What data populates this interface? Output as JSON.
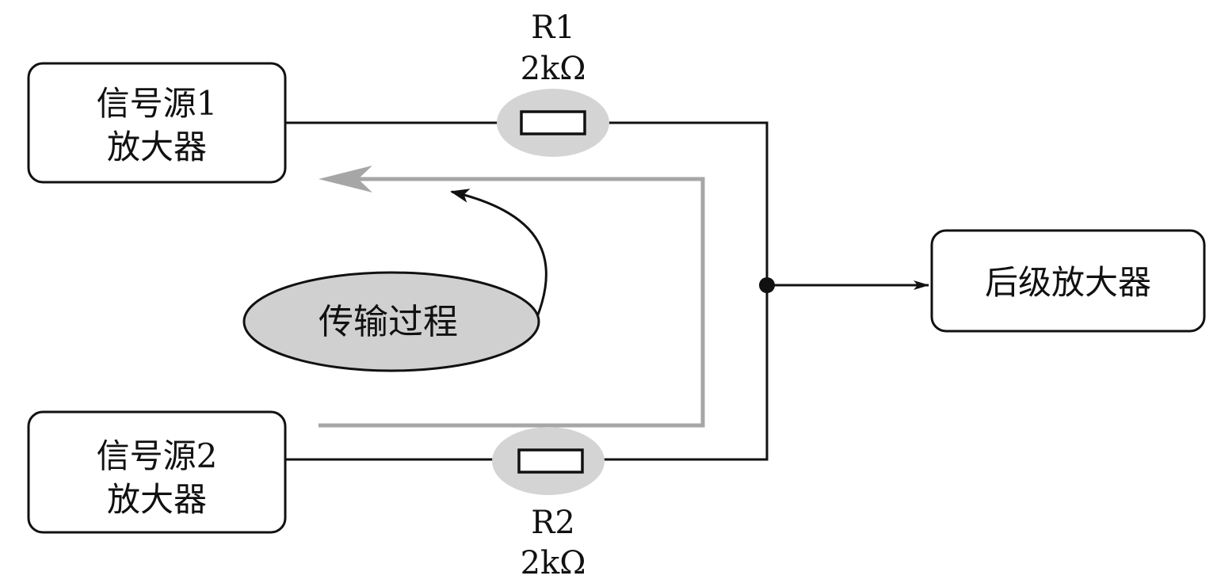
{
  "blocks": {
    "source1": {
      "line1": "信号源1",
      "line2": "放大器"
    },
    "source2": {
      "line1": "信号源2",
      "line2": "放大器"
    },
    "post_amp": {
      "label": "后级放大器"
    }
  },
  "resistors": {
    "r1": {
      "name": "R1",
      "value": "2kΩ"
    },
    "r2": {
      "name": "R2",
      "value": "2kΩ"
    }
  },
  "annotation": {
    "label": "传输过程"
  },
  "colors": {
    "line": "#111111",
    "path_arrow": "#a6a6a6",
    "highlight": "#d4d4d4",
    "oval_fill": "#d0d0d0"
  }
}
